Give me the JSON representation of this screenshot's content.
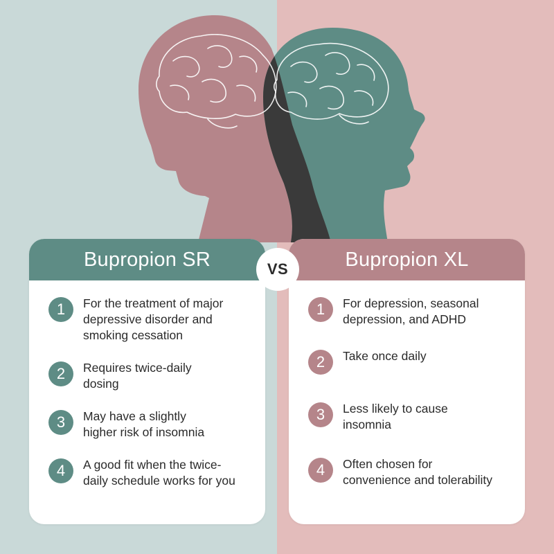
{
  "colors": {
    "bg_left": "#c9d9d8",
    "bg_right": "#e3bcbb",
    "teal": "#5e8c85",
    "rose": "#b5858a",
    "overlap": "#3a3a3a"
  },
  "icons": {
    "left_head": "head-silhouette-brain-icon",
    "right_head": "head-silhouette-brain-icon"
  },
  "vs_label": "VS",
  "left": {
    "title": "Bupropion SR",
    "items": [
      {
        "num": "1",
        "text": "For the treatment of major\ndepressive disorder and\nsmoking cessation"
      },
      {
        "num": "2",
        "text": "Requires twice-daily\ndosing"
      },
      {
        "num": "3",
        "text": "May have a slightly\nhigher risk of insomnia"
      },
      {
        "num": "4",
        "text": "A good fit when the twice-\ndaily schedule works for you"
      }
    ]
  },
  "right": {
    "title": "Bupropion XL",
    "items": [
      {
        "num": "1",
        "text": "For depression, seasonal\ndepression, and ADHD"
      },
      {
        "num": "2",
        "text": "Take once daily"
      },
      {
        "num": "3",
        "text": "Less likely to cause\ninsomnia"
      },
      {
        "num": "4",
        "text": "Often chosen for\nconvenience and tolerability"
      }
    ]
  }
}
